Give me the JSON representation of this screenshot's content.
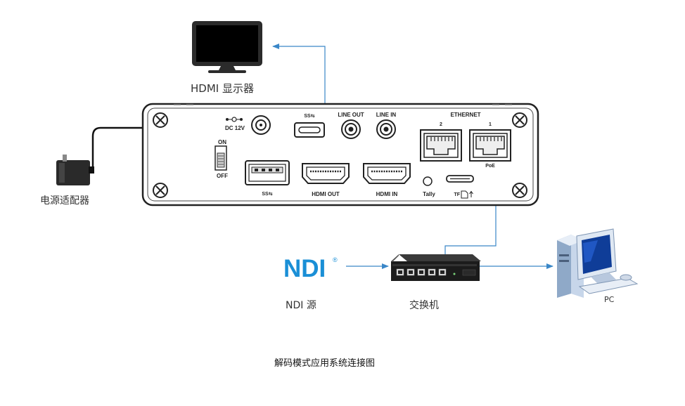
{
  "labels": {
    "monitor": "HDMI 显示器",
    "power_adapter": "电源适配器",
    "ndi_source": "NDI 源",
    "switch": "交换机",
    "pc": "PC",
    "caption": "解码模式应用系统连接图"
  },
  "ndi_logo": {
    "text": "NDI",
    "mark": "®",
    "color": "#1a8fd6"
  },
  "device_panel": {
    "dc_label": "DC 12V",
    "switch_on": "ON",
    "switch_off": "OFF",
    "line_out": "LINE OUT",
    "line_in": "LINE IN",
    "ethernet": "ETHERNET",
    "port_2": "2",
    "port_1": "1",
    "poe": "PoE",
    "usb_logo": "SS⇆",
    "hdmi_out": "HDMI OUT",
    "hdmi_in": "HDMI IN",
    "tally": "Tally",
    "tf": "TF"
  },
  "colors": {
    "connector_line": "#3a87c8",
    "panel_outline": "#222222",
    "ndi_blue": "#1a8fd6"
  }
}
